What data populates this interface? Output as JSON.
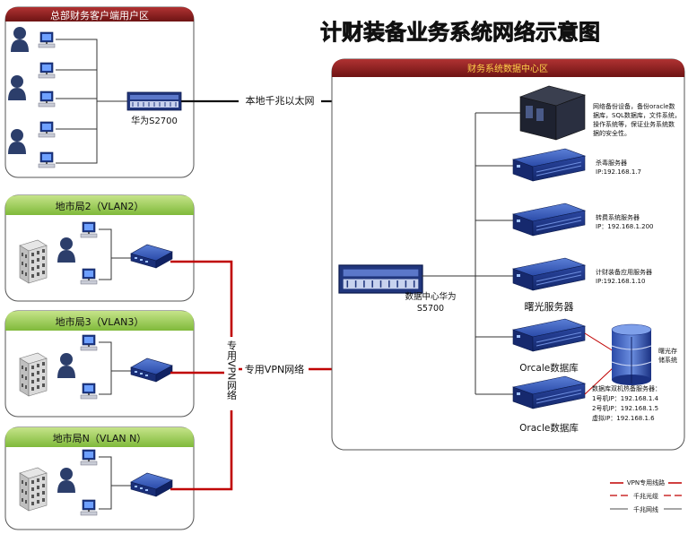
{
  "title": "计财装备业务系统网络示意图",
  "hq": {
    "header": "总部财务客户端用户区",
    "switch_label": "华为S2700"
  },
  "links": {
    "ethernet": "本地千兆以太网",
    "vpn_horizontal": "专用VPN网络",
    "vpn_vertical": "专用VPN网络"
  },
  "branches": [
    {
      "header": "地市局2（VLAN2）"
    },
    {
      "header": "地市局3（VLAN3）"
    },
    {
      "header": "地市局N（VLAN N）"
    }
  ],
  "datacenter": {
    "header": "财务系统数据中心区",
    "core_switch_label_1": "数据中心华为",
    "core_switch_label_2": "S5700",
    "backup_desc": [
      "网络备份设备，备份oracle数",
      "据库，SQL数据库，文件系统，",
      "操作系统等，保证业务系统数",
      "据的安全性。"
    ],
    "servers": [
      {
        "lines": [
          "杀毒服务器",
          "IP:192.168.1.7"
        ]
      },
      {
        "lines": [
          "转费系统服务器",
          "IP：192.168.1.200"
        ]
      },
      {
        "lines": [
          "计财装备应用服务器",
          "IP:192.168.1.10"
        ]
      }
    ],
    "shuguang_label": "曙光服务器",
    "oracle_1_label": "Orcale数据库",
    "oracle_2_label": "Oracle数据库",
    "storage_label_1": "曙光存",
    "storage_label_2": "储系统",
    "dualhost_desc": [
      "数据库双机热备服务器：",
      "1号机IP：192.168.1.4",
      "2号机IP：192.168.1.5",
      "虚拟IP：192.168.1.6"
    ]
  },
  "legend": {
    "vpn": "VPN专用线路",
    "fiber": "千兆光缆",
    "gigabit": "千兆网线"
  },
  "colors": {
    "hq_header": "#8b1c1c",
    "branch_header": "#8cc63f",
    "dc_header": "#8b1c1c",
    "vpn_line": "#c00000",
    "device_blue": "#1f3a8a"
  }
}
